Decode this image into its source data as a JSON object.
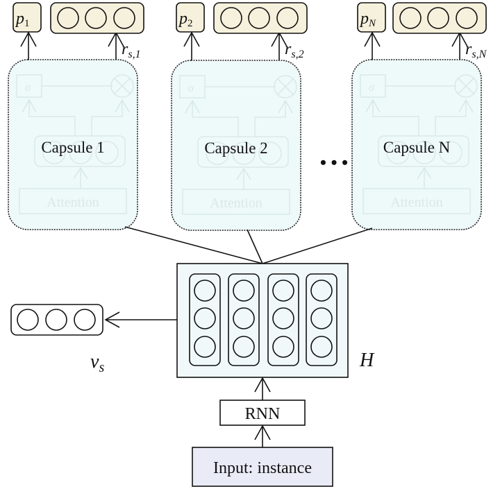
{
  "diagram": {
    "capsules": [
      {
        "label": "Capsule 1",
        "prob_label": "p",
        "prob_sub": "1",
        "repr_label": "r",
        "repr_sub": "s,1",
        "inner_attention": "Attention",
        "inner_sigma": "σ"
      },
      {
        "label": "Capsule 2",
        "prob_label": "p",
        "prob_sub": "2",
        "repr_label": "r",
        "repr_sub": "s,2",
        "inner_attention": "Attention",
        "inner_sigma": "σ"
      },
      {
        "label": "Capsule N",
        "prob_label": "p",
        "prob_sub": "N",
        "repr_label": "r",
        "repr_sub": "s,N",
        "inner_attention": "Attention",
        "inner_sigma": "σ"
      }
    ],
    "ellipsis": "• • •",
    "hidden_label": "H",
    "sentence_vector_label": "v",
    "sentence_vector_sub": "s",
    "rnn_label": "RNN",
    "input_label": "Input: instance",
    "colors": {
      "capsule_fill": "#eef9f9",
      "output_fill": "#f6f1dc",
      "hidden_fill": "#f1f8f9",
      "input_fill": "#e9ebf7",
      "stroke": "#111111"
    }
  }
}
